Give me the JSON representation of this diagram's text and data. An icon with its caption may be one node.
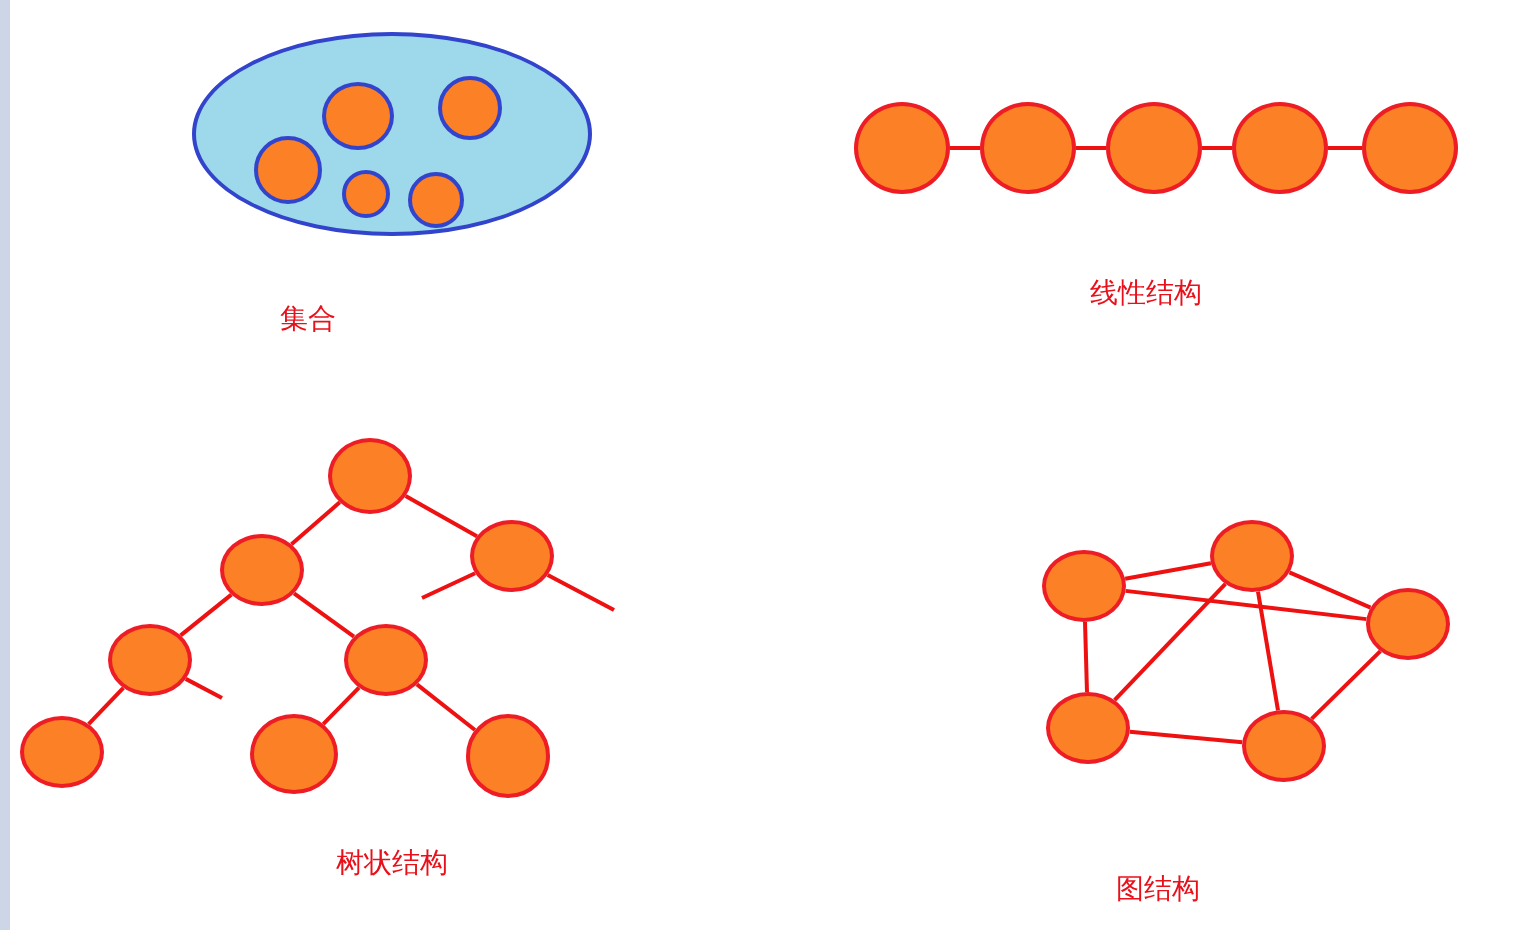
{
  "diagram": {
    "nodes": [
      {
        "text": [],
        "shape": "ellipse"
      },
      {
        "text": [],
        "shape": "circle",
        "in": 0
      },
      {
        "text": [],
        "shape": "circle",
        "in": 0
      },
      {
        "text": [],
        "shape": "circle",
        "in": 0
      },
      {
        "text": [],
        "shape": "circle",
        "in": 0
      },
      {
        "text": [],
        "shape": "circle",
        "in": 0
      },
      {
        "text": [],
        "shape": "circle"
      },
      {
        "text": [],
        "shape": "circle"
      },
      {
        "text": [],
        "shape": "circle"
      },
      {
        "text": [],
        "shape": "circle"
      },
      {
        "text": [],
        "shape": "circle"
      },
      {
        "text": [],
        "shape": "circle"
      },
      {
        "text": [],
        "shape": "circle"
      },
      {
        "text": [],
        "shape": "circle"
      },
      {
        "text": [],
        "shape": "circle"
      },
      {
        "text": [],
        "shape": "circle"
      },
      {
        "text": [],
        "shape": "circle"
      },
      {
        "text": [],
        "shape": "circle"
      },
      {
        "text": [],
        "shape": "circle"
      },
      {
        "text": [],
        "shape": "circle"
      },
      {
        "text": [],
        "shape": "circle"
      },
      {
        "text": [],
        "shape": "circle"
      },
      {
        "text": [],
        "shape": "circle"
      },
      {
        "text": [],
        "shape": "circle"
      }
    ],
    "edges": [
      {
        "from": 6,
        "to": 7,
        "arrow": "none"
      },
      {
        "from": 7,
        "to": 8,
        "arrow": "none"
      },
      {
        "from": 8,
        "to": 9,
        "arrow": "none"
      },
      {
        "from": 9,
        "to": 10,
        "arrow": "none"
      },
      {
        "from": 11,
        "to": 12,
        "arrow": "none"
      },
      {
        "from": 11,
        "to": 13,
        "arrow": "none"
      },
      {
        "from": 12,
        "to": 14,
        "arrow": "none"
      },
      {
        "from": 12,
        "to": 15,
        "arrow": "none"
      },
      {
        "from": 14,
        "to": 16,
        "arrow": "none"
      },
      {
        "from": 15,
        "to": 17,
        "arrow": "none"
      },
      {
        "from": 15,
        "to": 18,
        "arrow": "none"
      },
      {
        "from": 13,
        "to": null,
        "arrow": "none"
      },
      {
        "from": 13,
        "to": null,
        "arrow": "none"
      },
      {
        "from": 14,
        "to": null,
        "arrow": "none"
      },
      {
        "from": 19,
        "to": 20,
        "arrow": "none"
      },
      {
        "from": 19,
        "to": 21,
        "arrow": "none"
      },
      {
        "from": 19,
        "to": 22,
        "arrow": "none"
      },
      {
        "from": 20,
        "to": 22,
        "arrow": "none"
      },
      {
        "from": 20,
        "to": 21,
        "arrow": "none"
      },
      {
        "from": 20,
        "to": 23,
        "arrow": "none"
      },
      {
        "from": 22,
        "to": 23,
        "arrow": "none"
      },
      {
        "from": 23,
        "to": 21,
        "arrow": "none"
      }
    ],
    "labels": [
      "集合",
      "线性结构",
      "树状结构",
      "图结构"
    ]
  }
}
